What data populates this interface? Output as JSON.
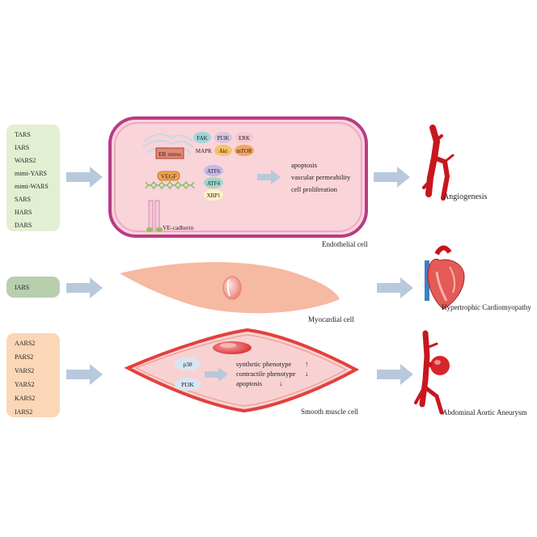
{
  "endothelial": {
    "enzymes": [
      "TARS",
      "IARS",
      "WARS2",
      "mimi-YARS",
      "mimi-WARS",
      "SARS",
      "HARS",
      "DARS"
    ],
    "er_stress": "ER stress",
    "vegf": "VEGF",
    "ve_cadherin": "VE-cadherin",
    "pathways": {
      "fak": "FAK",
      "pi3k": "PI3K",
      "erk": "ERK",
      "mapk": "MAPK",
      "akt": "Akt",
      "mtor": "mTOR",
      "atf6": "ATF6",
      "atf4": "ATF4",
      "xbp1": "XBP1"
    },
    "effects": [
      "apoptosis",
      "vascular permeability",
      "cell proliferation"
    ],
    "cell_label": "Endothelial cell",
    "outcome": "Angiogenesis"
  },
  "myocardial": {
    "enzymes": [
      "IARS"
    ],
    "cell_label": "Myocardial cell",
    "outcome": "Hypertrophic Cardiomyopathy"
  },
  "smooth_muscle": {
    "enzymes": [
      "AARS2",
      "PARS2",
      "VARS2",
      "YARS2",
      "KARS2",
      "IARS2"
    ],
    "signals": [
      "p38",
      "PI3K"
    ],
    "effects": [
      "synthetic phenotype",
      "contractile phenotype",
      "apoptosis"
    ],
    "arrows": [
      "↑",
      "↓",
      "↓"
    ],
    "cell_label": "Smooth muscle cell",
    "outcome": "Abdominal Aortic Aneurysm"
  },
  "colors": {
    "green_box": "#e3efd2",
    "myo_box": "#b8cfae",
    "orange_box": "#fbd7b8",
    "arrow": "#b8c9dc",
    "endo_fill": "#f9d4d9",
    "endo_border": "#b83b86",
    "myo_fill": "#f6b9a2",
    "smc_fill": "#f8d2d2",
    "smc_border": "#e2413d",
    "vessel": "#c8161d"
  }
}
